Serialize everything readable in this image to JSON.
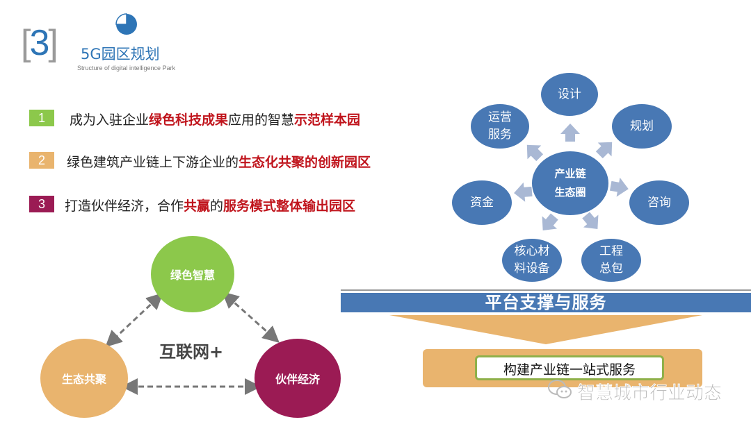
{
  "header": {
    "section_number": "3",
    "bracket_open": "[",
    "bracket_close": "]",
    "title": "5G园区规划",
    "subtitle": "Structure of digital intelligence Park",
    "icon": "pie-chart-icon"
  },
  "points": [
    {
      "number": "1",
      "color": "#8cc84b",
      "segments": [
        {
          "text": "成为入驻企业",
          "highlight": false
        },
        {
          "text": "绿色科技成果",
          "highlight": true
        },
        {
          "text": "应用的智慧",
          "highlight": false
        },
        {
          "text": "示范样本园",
          "highlight": true
        }
      ]
    },
    {
      "number": "2",
      "color": "#e9b46e",
      "segments": [
        {
          "text": "绿色建筑产业链上下游企业的",
          "highlight": false
        },
        {
          "text": "生态化共聚的创新园区",
          "highlight": true
        }
      ]
    },
    {
      "number": "3",
      "color": "#9b1b54",
      "segments": [
        {
          "text": "打造伙伴经济，合作",
          "highlight": false
        },
        {
          "text": "共赢",
          "highlight": true
        },
        {
          "text": "的",
          "highlight": false
        },
        {
          "text": "服务模式整体输出园区",
          "highlight": true
        }
      ]
    }
  ],
  "triangle": {
    "center_label": "互联网+",
    "nodes": [
      {
        "label": "绿色智慧",
        "color": "#8cc84b"
      },
      {
        "label": "生态共聚",
        "color": "#e9b46e"
      },
      {
        "label": "伙伴经济",
        "color": "#9b1b54"
      }
    ]
  },
  "ecosystem": {
    "center": {
      "line1": "产业链",
      "line2": "生态圈"
    },
    "nodes": [
      {
        "line1": "设计",
        "line2": ""
      },
      {
        "line1": "规划",
        "line2": ""
      },
      {
        "line1": "咨询",
        "line2": ""
      },
      {
        "line1": "工程",
        "line2": "总包"
      },
      {
        "line1": "核心材",
        "line2": "料设备"
      },
      {
        "line1": "资金",
        "line2": ""
      },
      {
        "line1": "运营",
        "line2": "服务"
      }
    ],
    "node_color": "#4878b4",
    "arrow_color": "#a9b8d4"
  },
  "platform": {
    "bar_label": "平台支撑与服务",
    "box_label": "构建产业链一站式服务",
    "bar_color": "#4878b4",
    "funnel_color": "#e9b46e"
  },
  "watermark": {
    "icon": "wechat-icon",
    "text": "智慧城市行业动态"
  }
}
